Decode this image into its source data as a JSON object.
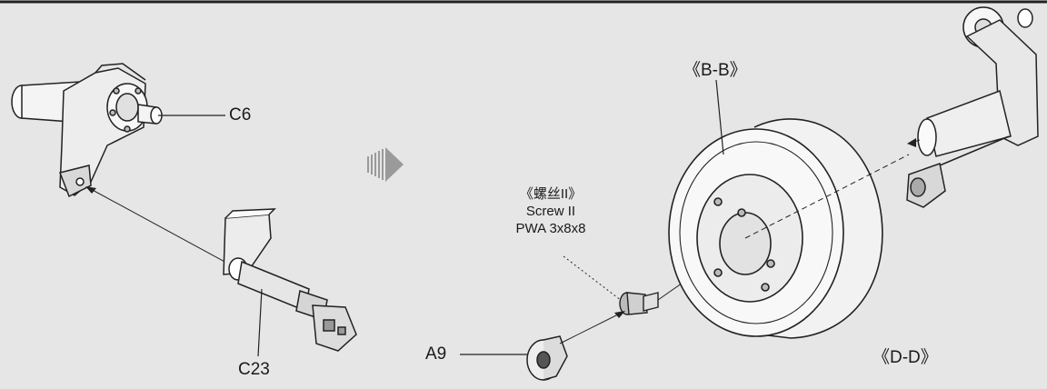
{
  "labels": {
    "part_c6": "C6",
    "part_c23": "C23",
    "part_a9": "A9",
    "view_bb": "《B-B》",
    "view_dd": "《D-D》",
    "screw_cn": "《螺丝II》",
    "screw_en": "Screw II",
    "screw_spec": "PWA 3x8x8"
  },
  "colors": {
    "background": "#e6e6e6",
    "line": "#222222",
    "part_fill": "#f4f4f4",
    "shade": "#bdbdbd",
    "step_arrow": "#9a9a9a"
  },
  "icons": [
    "step-arrow-icon"
  ]
}
